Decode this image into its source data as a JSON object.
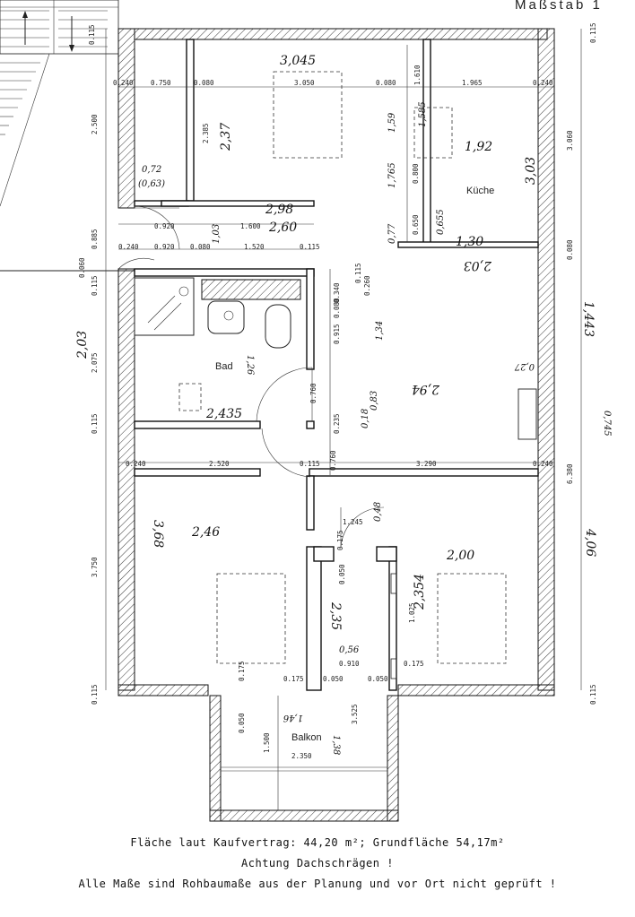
{
  "scale_label": "Maßstab 1",
  "rooms": {
    "bad": "Bad",
    "kueche": "Küche",
    "balkon": "Balkon"
  },
  "dimensions": {
    "top_0240_left": "0.240",
    "top_0750": "0.750",
    "top_0080_a": "0.080",
    "top_3050": "3.050",
    "top_0080_b": "0.080",
    "top_1610": "1.610",
    "top_1965": "1.965",
    "top_0240_right": "0.240",
    "left_0115_top": "0.115",
    "left_2500": "2.500",
    "left_0885": "0.885",
    "left_0060": "0.060",
    "left_0115_mid": "0.115",
    "left_2075": "2.075",
    "left_0115_low": "0.115",
    "left_3750": "3.750",
    "left_0115_bottom": "0.115",
    "right_0115_top": "0.115",
    "right_3060": "3.060",
    "right_0080": "0.080",
    "right_6380": "6.380",
    "right_0115_bottom": "0.115",
    "d_2385": "2.385",
    "d_0920_a": "0.920",
    "d_1600": "1.600",
    "d_0240_mid": "0.240",
    "d_0920_b": "0.920",
    "d_0080_mid": "0.080",
    "d_1520": "1.520",
    "d_0115_mid": "0.115",
    "d_0800": "0.800",
    "d_0650": "0.650",
    "d_0115_v": "0.115",
    "d_0260": "0.260",
    "d_0340": "0.340",
    "d_0080_v": "0.080",
    "d_0915": "0.915",
    "d_0760_a": "0.760",
    "d_0235": "0.235",
    "d_0760_b": "0.760",
    "row_0240_left": "0.240",
    "row_2520": "2.520",
    "row_0115": "0.115",
    "row_3290": "3.290",
    "row_0240_right": "0.240",
    "d_1245": "1.245",
    "d_0175_a": "0.175",
    "d_0050_a": "0.050",
    "d_1025": "1.025",
    "d_0910": "0.910",
    "d_0175_b": "0.175",
    "d_0175_c": "0.175",
    "d_0175_d": "0.175",
    "d_0050_b": "0.050",
    "d_0050_c": "0.050",
    "d_0050_d": "0.050",
    "d_1500": "1.500",
    "d_2350": "2.350",
    "d_3525": "3.525"
  },
  "handwritten": {
    "h_3045": "3,045",
    "h_237": "2,37",
    "h_072": "0,72",
    "h_063": "(0,63)",
    "h_298": "2,98",
    "h_260": "2,60",
    "h_103": "1,03",
    "h_192": "1,92",
    "h_303": "3,03",
    "h_159": "1,59",
    "h_1765": "1,765",
    "h_077": "0,77",
    "h_0655": "0,655",
    "h_130": "1,30",
    "h_203_top": "2,03",
    "h_1585": "1,585",
    "h_203_left": "2,03",
    "h_126": "1,26",
    "h_134": "1,34",
    "h_294": "2,94",
    "h_2435": "2,435",
    "h_1443": "1,443",
    "h_0745": "0,745",
    "h_083": "0,83",
    "h_18": "0,18",
    "h_027": "0,27",
    "h_368": "3,68",
    "h_246": "2,46",
    "h_048": "0,48",
    "h_200": "2,00",
    "h_2354": "2,354",
    "h_406": "4,06",
    "h_235": "2,35",
    "h_056": "0,56",
    "h_146": "1,46",
    "h_138": "1,38"
  },
  "footer": {
    "line1": "Fläche laut Kaufvertrag: 44,20 m²; Grundfläche 54,17m²",
    "line2": "Achtung Dachschrägen !",
    "line3": "Alle Maße sind Rohbaumaße aus der Planung und vor Ort nicht geprüft !"
  }
}
